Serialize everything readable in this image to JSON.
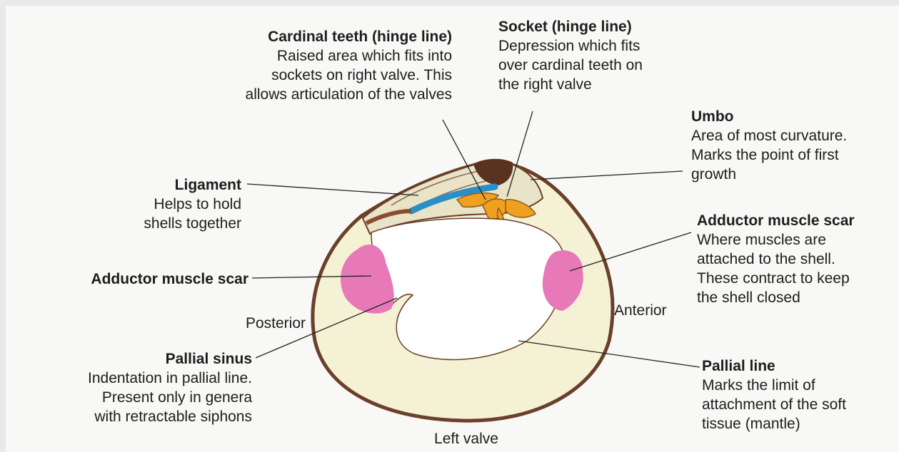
{
  "labels": {
    "cardinal_teeth": {
      "title": "Cardinal teeth (hinge line)",
      "desc": "Raised area which fits into\nsockets on right valve. This\nallows articulation of the valves"
    },
    "socket": {
      "title": "Socket (hinge line)",
      "desc": "Depression which fits\nover cardinal teeth on\nthe right valve"
    },
    "umbo": {
      "title": "Umbo",
      "desc": "Area of most curvature.\nMarks the point of first\ngrowth"
    },
    "ligament": {
      "title": "Ligament",
      "desc": "Helps to hold\nshells together"
    },
    "adductor_right": {
      "title": "Adductor muscle scar",
      "desc": "Where muscles are\nattached to the shell.\nThese contract to keep\nthe shell closed"
    },
    "adductor_left": {
      "title": "Adductor muscle scar"
    },
    "posterior": "Posterior",
    "anterior": "Anterior",
    "pallial_sinus": {
      "title": "Pallial sinus",
      "desc": "Indentation in pallial line.\nPresent only in genera\nwith retractable siphons"
    },
    "pallial_line": {
      "title": "Pallial line",
      "desc": "Marks the limit of\nattachment of the soft\ntissue (mantle)"
    },
    "left_valve": "Left valve"
  },
  "colors": {
    "shell_outline": "#6b3f2a",
    "shell_fill": "#f4f1d4",
    "interior": "#ffffff",
    "muscle_scar": "#e879b8",
    "ligament": "#2a8fc6",
    "teeth": "#f0a020",
    "umbo": "#5a3220",
    "hinge_fill": "#e9e3c8"
  }
}
